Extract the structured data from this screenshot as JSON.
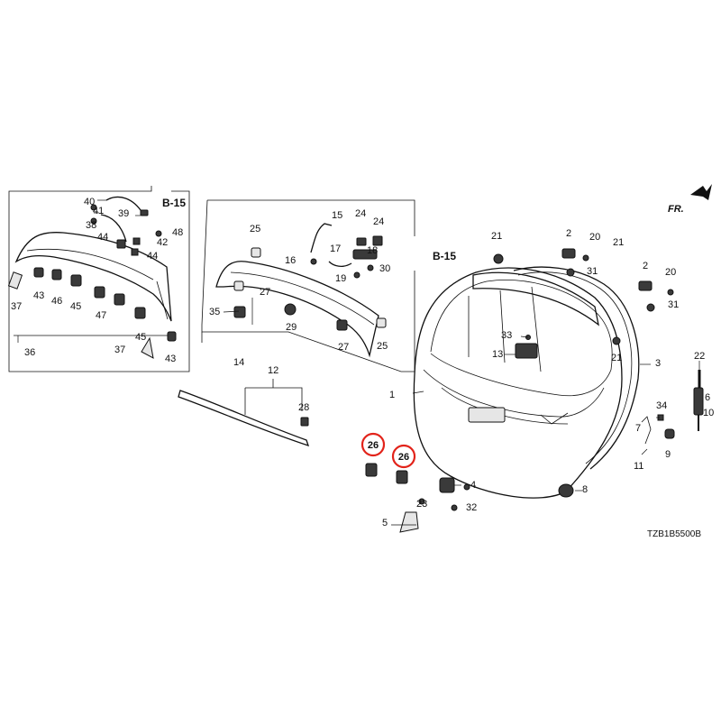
{
  "diagram_code": "TZB1B5500B",
  "direction_label": "FR.",
  "section_refs": [
    "B-15",
    "B-15"
  ],
  "highlight_color": "#e2231a",
  "highlighted_part": "26",
  "labels": [
    "1",
    "2",
    "2",
    "3",
    "4",
    "5",
    "6",
    "7",
    "8",
    "9",
    "10",
    "11",
    "12",
    "13",
    "14",
    "15",
    "16",
    "17",
    "18",
    "19",
    "20",
    "20",
    "21",
    "21",
    "21",
    "22",
    "23",
    "24",
    "24",
    "25",
    "25",
    "26",
    "26",
    "27",
    "27",
    "28",
    "29",
    "30",
    "31",
    "31",
    "32",
    "33",
    "34",
    "35",
    "36",
    "37",
    "37",
    "38",
    "39",
    "40",
    "41",
    "42",
    "43",
    "43",
    "44",
    "44",
    "45",
    "45",
    "46",
    "47",
    "48"
  ]
}
